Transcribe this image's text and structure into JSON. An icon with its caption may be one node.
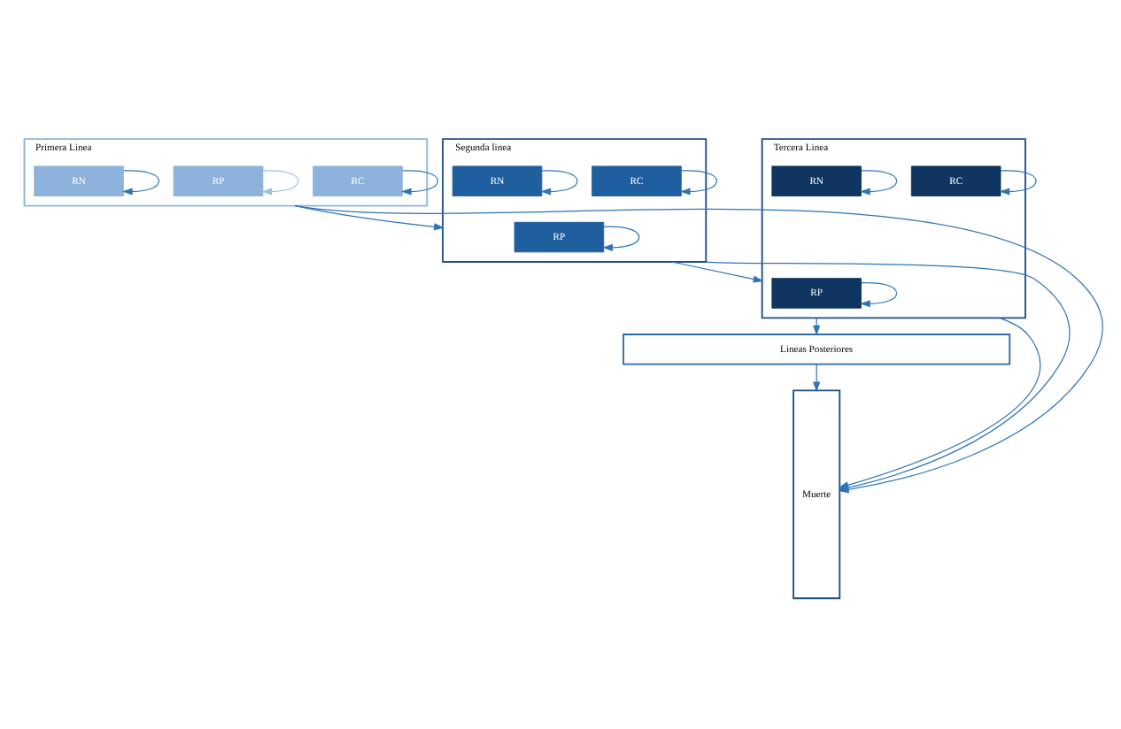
{
  "diagram": {
    "nodes": [
      {
        "text": [
          "Primera Linea"
        ]
      },
      {
        "text": [
          "RC"
        ],
        "in": 0
      },
      {
        "text": [
          "RP"
        ],
        "in": 0
      },
      {
        "text": [
          "RN"
        ],
        "in": 0
      },
      {
        "text": [
          "Segunda linea"
        ]
      },
      {
        "text": [
          "RC"
        ],
        "in": 4
      },
      {
        "text": [
          "RP"
        ],
        "in": 4
      },
      {
        "text": [
          "RN"
        ],
        "in": 4
      },
      {
        "text": [
          "Tercera Linea"
        ]
      },
      {
        "text": [
          "RC"
        ],
        "in": 8
      },
      {
        "text": [
          "RP"
        ],
        "in": 8
      },
      {
        "text": [
          "RN"
        ],
        "in": 8
      },
      {
        "text": [
          "Lineas Posteriores"
        ]
      },
      {
        "text": [
          "Muerte"
        ]
      }
    ],
    "edges": [
      {
        "from": 1,
        "to": 1,
        "arrow": "to"
      },
      {
        "from": 2,
        "to": 2,
        "arrow": "to",
        "color": "#9dbde0"
      },
      {
        "from": 3,
        "to": 3,
        "arrow": "to"
      },
      {
        "from": 5,
        "to": 5,
        "arrow": "to"
      },
      {
        "from": 6,
        "to": 6,
        "arrow": "to"
      },
      {
        "from": 7,
        "to": 7,
        "arrow": "to"
      },
      {
        "from": 9,
        "to": 9,
        "arrow": "to"
      },
      {
        "from": 10,
        "to": 10,
        "arrow": "to"
      },
      {
        "from": 11,
        "to": 11,
        "arrow": "to"
      },
      {
        "from": 0,
        "to": 4,
        "arrow": "to"
      },
      {
        "from": 4,
        "to": 8,
        "arrow": "to"
      },
      {
        "from": 8,
        "to": 12,
        "arrow": "to"
      },
      {
        "from": 0,
        "to": 13,
        "arrow": "to"
      },
      {
        "from": 4,
        "to": 13,
        "arrow": "to"
      },
      {
        "from": 8,
        "to": 13,
        "arrow": "to"
      },
      {
        "from": 12,
        "to": 13,
        "arrow": "to"
      }
    ]
  }
}
